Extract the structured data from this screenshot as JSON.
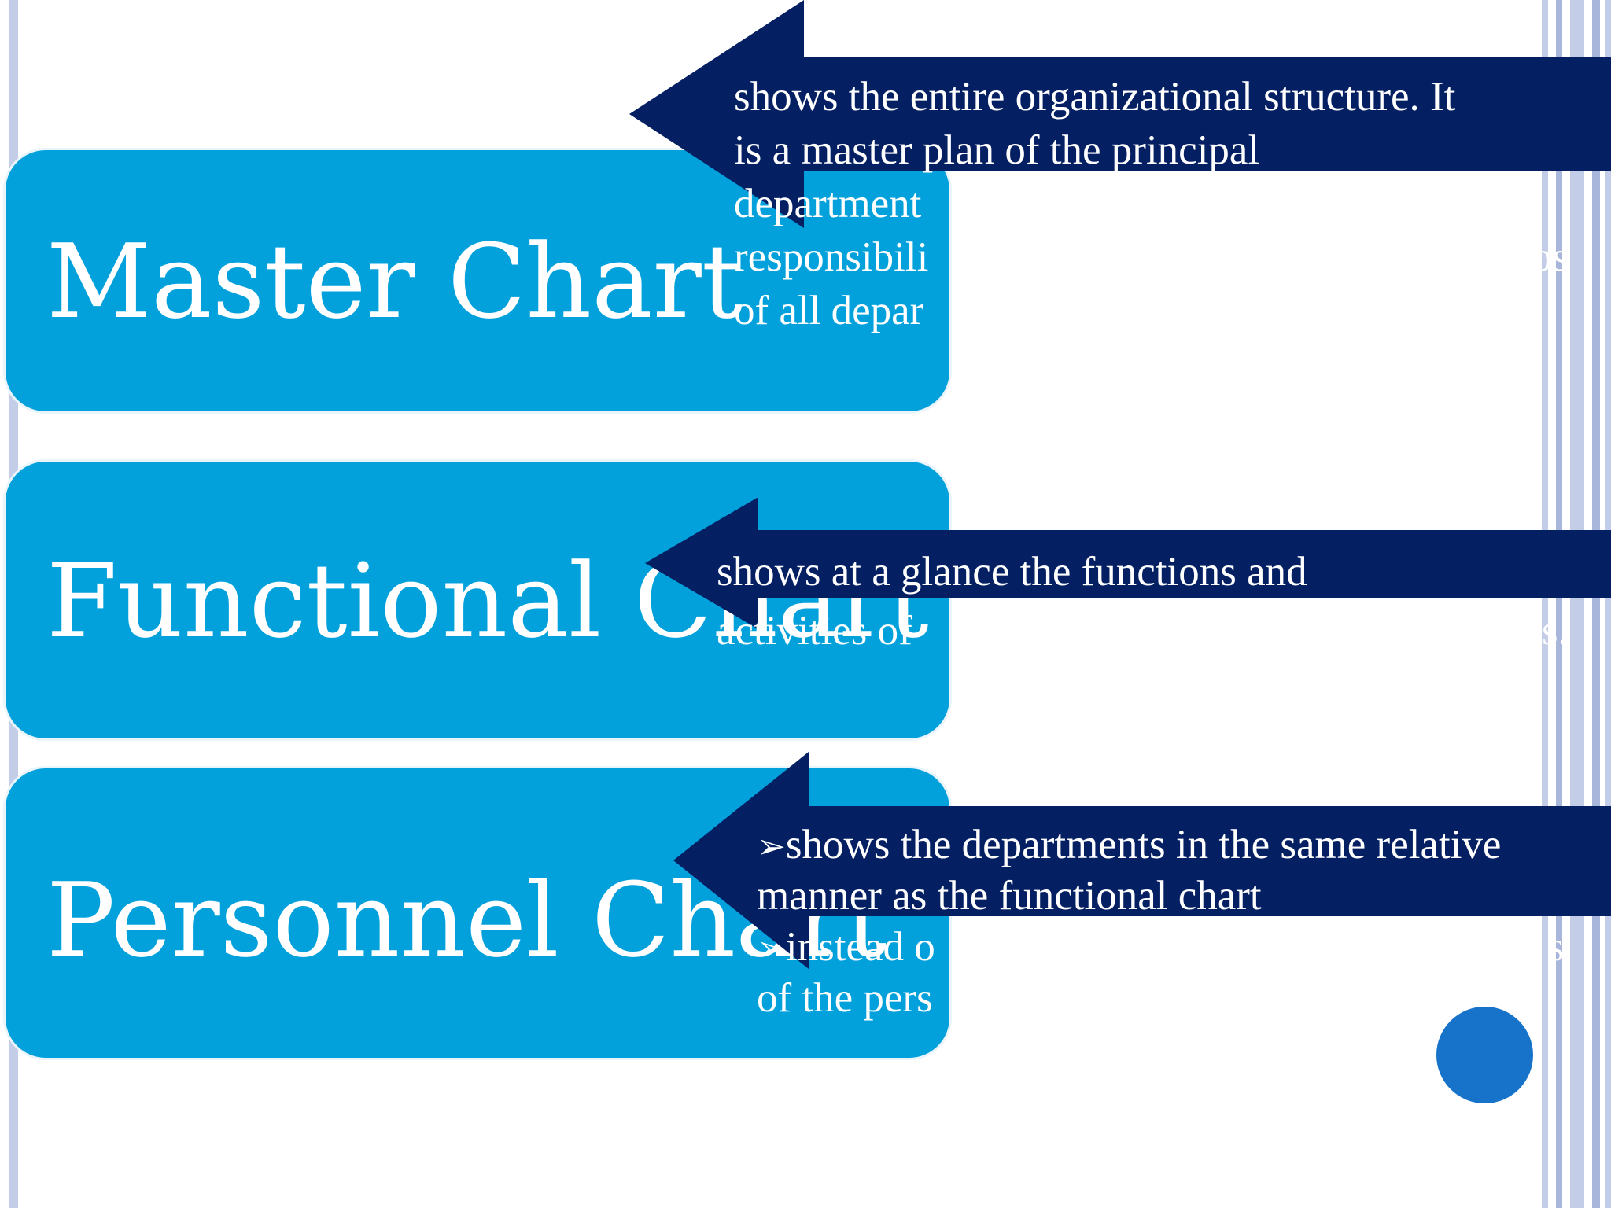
{
  "colors": {
    "pill_fill": "#02a1dc",
    "callout_fill": "#041f62",
    "stripe_light": "#c4cde8",
    "stripe_dark": "#a8b6dc",
    "dot": "#1673c9"
  },
  "charts": [
    {
      "title": "Master Chart",
      "description": {
        "lines": [
          "shows the entire organizational structure. It",
          "is a master plan of the principal",
          "department",
          "responsibili",
          "of all depar"
        ],
        "trailing_fragment": "os"
      }
    },
    {
      "title": "Functional Chart",
      "description": {
        "lines": [
          "shows at a glance the functions and",
          "activities of"
        ],
        "trailing_fragment": "s."
      }
    },
    {
      "title": "Personnel Chart",
      "description": {
        "bullet_icon": "arrowhead-bullet-icon",
        "bullet_glyph": "➢",
        "bullets": [
          "shows the departments in the same relative",
          "instead o"
        ],
        "continuation_lines": [
          "manner as the functional chart",
          "of the pers"
        ],
        "trailing_fragment": "s"
      }
    }
  ],
  "decoration": {
    "dot_icon": "circle-icon"
  }
}
